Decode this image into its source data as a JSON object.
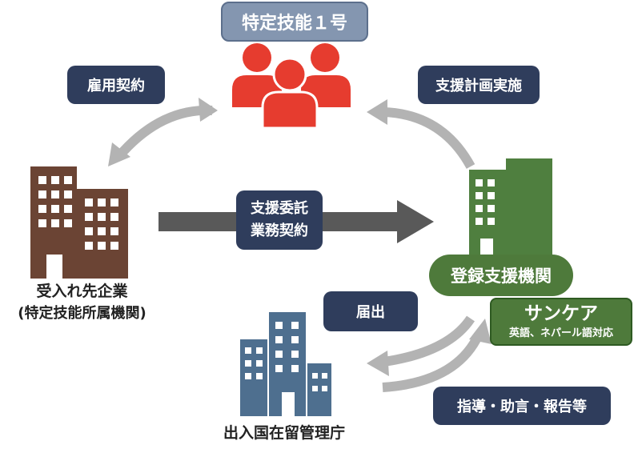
{
  "top": {
    "title": "特定技能１号"
  },
  "labels": {
    "employment": "雇用契約",
    "support_plan": "支援計画実施",
    "commission_line1": "支援委託",
    "commission_line2": "業務契約",
    "notification": "届出",
    "guidance": "指導・助言・報告等"
  },
  "nodes": {
    "host_org_line1": "受入れ先企業",
    "host_org_line2": "(特定技能所属機関)",
    "registered_support": "登録支援機関",
    "immigration": "出入国在留管理庁"
  },
  "company": {
    "name": "サンケア",
    "languages": "英語、ネパール語対応"
  },
  "colors": {
    "people": "#e63c2f",
    "host_building": "#6b4434",
    "support_building": "#4f7f3f",
    "gov_building": "#4e6f8f",
    "navy": "#2f3d5c",
    "green": "#4e7a3b",
    "arrow_gray": "#b3b3b3",
    "arrow_dark": "#595959"
  }
}
